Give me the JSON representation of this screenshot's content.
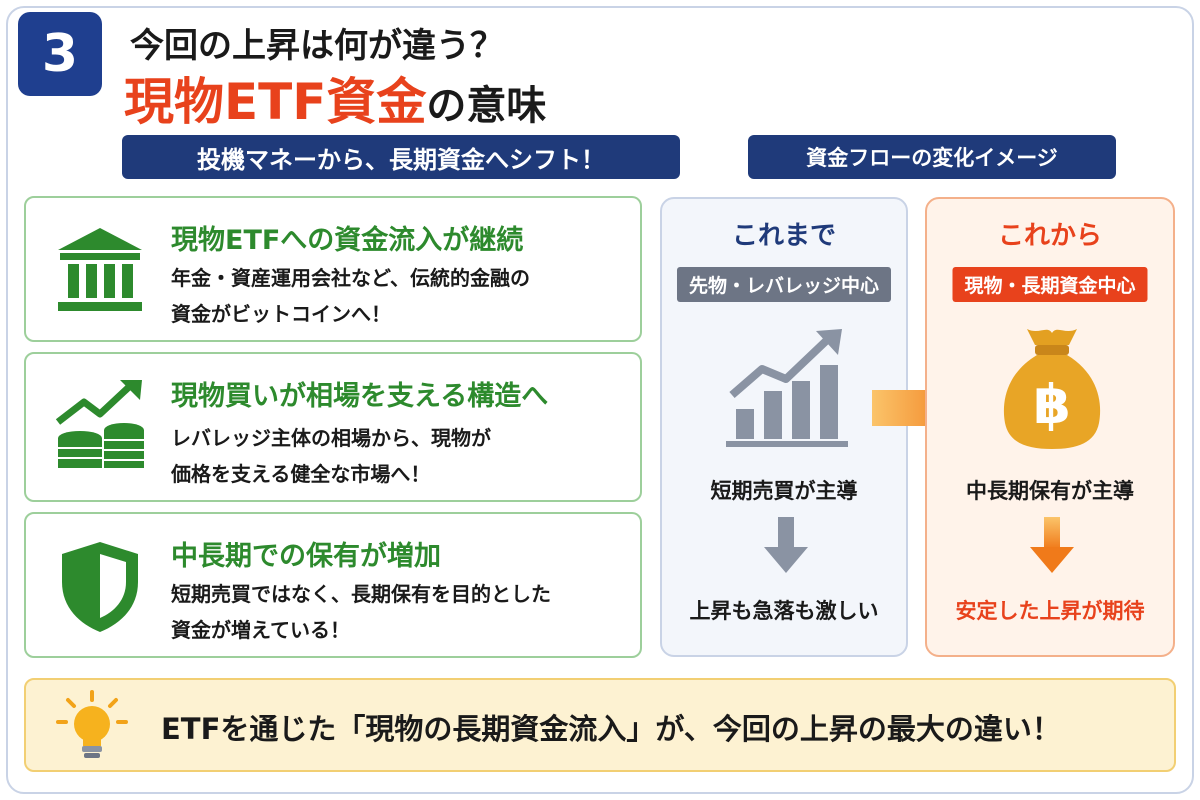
{
  "header": {
    "number": "3",
    "title_top": "今回の上昇は何が違う？",
    "title_accent": "現物ETF資金",
    "title_rest": "の意味"
  },
  "banners": {
    "left": "投機マネーから、長期資金へシフト！",
    "right": "資金フローの変化イメージ"
  },
  "cards": [
    {
      "icon": "bank-icon",
      "heading": "現物ETFへの資金流入が継続",
      "line1": "年金・資産運用会社など、伝統的金融の",
      "line2": "資金がビットコインへ！"
    },
    {
      "icon": "growth-coins-icon",
      "heading": "現物買いが相場を支える構造へ",
      "line1": "レバレッジ主体の相場から、現物が",
      "line2": "価格を支える健全な市場へ！"
    },
    {
      "icon": "shield-icon",
      "heading": "中長期での保有が増加",
      "line1": "短期売買ではなく、長期保有を目的とした",
      "line2": "資金が増えている！"
    }
  ],
  "flow": {
    "before": {
      "title": "これまで",
      "chip": "先物・レバレッジ中心",
      "text1": "短期売買が主導",
      "text2": "上昇も急落も激しい"
    },
    "after": {
      "title": "これから",
      "chip": "現物・長期資金中心",
      "text1": "中長期保有が主導",
      "text2": "安定した上昇が期待"
    }
  },
  "bottom": {
    "text": "ETFを通じた「現物の長期資金流入」が、今回の上昇の最大の違い！"
  },
  "colors": {
    "navy": "#1f3a7a",
    "accent_red": "#e8421c",
    "green": "#2d8a2d",
    "orange": "#f08a24",
    "gray": "#8a93a3"
  }
}
